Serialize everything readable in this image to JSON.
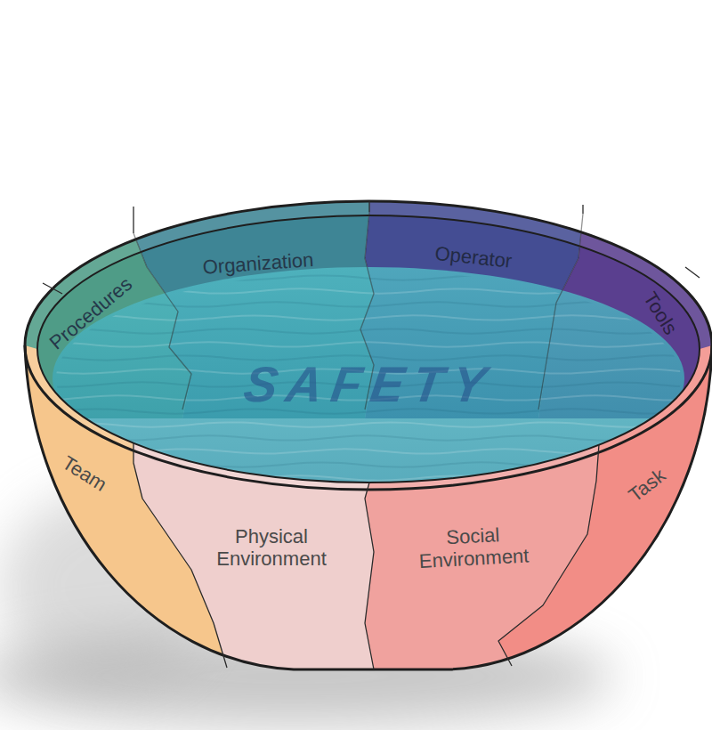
{
  "diagram": {
    "nodes": [
      {
        "text": [
          "Procedures"
        ]
      },
      {
        "text": [
          "Organization"
        ]
      },
      {
        "text": [
          "Operator"
        ]
      },
      {
        "text": [
          "Tools"
        ]
      },
      {
        "text": [
          "SAFETY"
        ]
      },
      {
        "text": [
          "Team"
        ]
      },
      {
        "text": [
          "Physical Environment"
        ]
      },
      {
        "text": [
          "Social Environment"
        ]
      },
      {
        "text": [
          "Task"
        ]
      }
    ]
  }
}
